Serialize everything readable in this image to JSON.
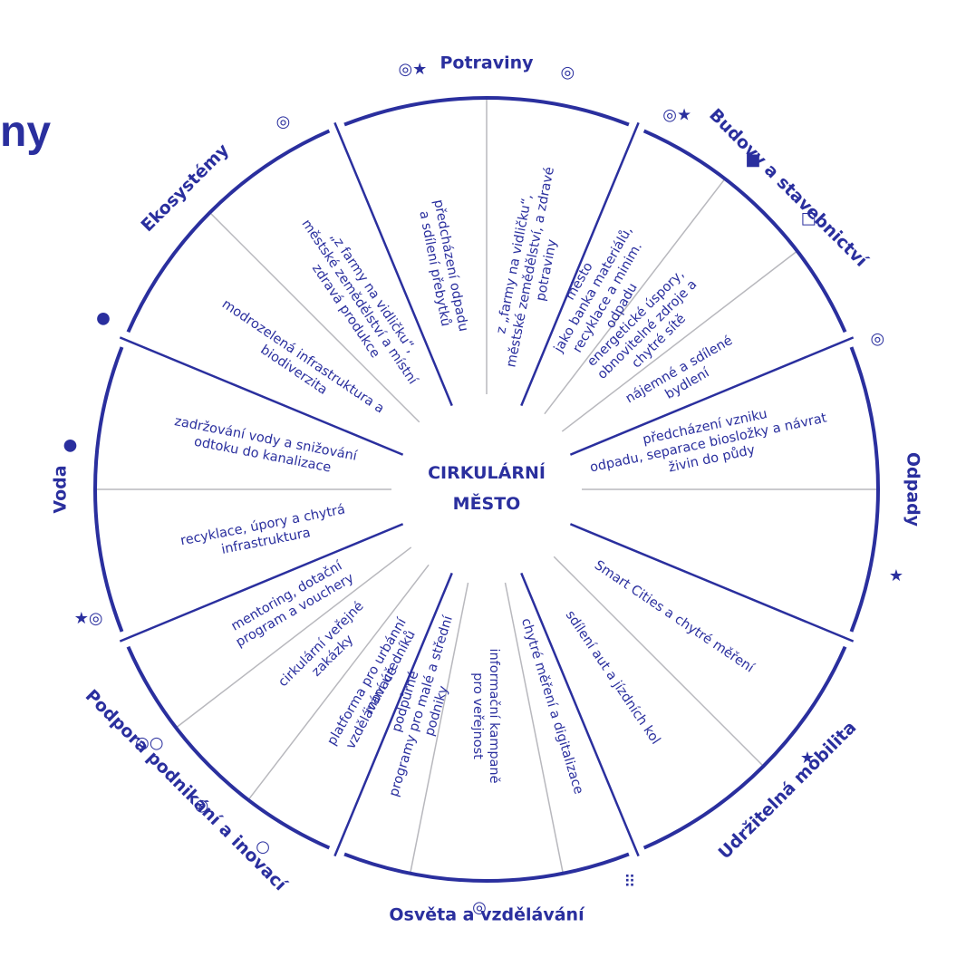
{
  "edge_title": "ny",
  "center": {
    "line1": "CIRKULÁRNÍ",
    "line2": "MĚSTO"
  },
  "colors": {
    "ink": "#2a2f9e",
    "divider": "#b8b8bd",
    "background": "#ffffff"
  },
  "segments": [
    {
      "name": "potraviny",
      "label": "Potraviny",
      "lines": [
        "předcházení odpadu",
        "a sdílení přebytků"
      ]
    },
    {
      "name": "potraviny-2",
      "label": "",
      "lines": [
        "z „farmy na vidličku“,",
        "městské zemědělství, a zdravé",
        "potraviny"
      ]
    },
    {
      "name": "budovy-1",
      "label": "Budovy a stavebnictví",
      "lines": [
        "město",
        "jako banka materiálů,",
        "recyklace a minim.",
        "odpadu"
      ]
    },
    {
      "name": "budovy-2",
      "label": "",
      "lines": [
        "energetické úspory,",
        "obnovitelné zdroje a",
        "chytré sítě"
      ]
    },
    {
      "name": "budovy-3",
      "label": "",
      "lines": [
        "nájemné a sdílené",
        "bydlení"
      ]
    },
    {
      "name": "odpady",
      "label": "Odpady",
      "lines": [
        "předcházení vzniku",
        "odpadu, separace biosložky a návrat",
        "živin do půdy"
      ]
    },
    {
      "name": "mobilita-1",
      "label": "Udržitelná mobilita",
      "lines": [
        "Smart Cities a chytré měření"
      ]
    },
    {
      "name": "mobilita-2",
      "label": "",
      "lines": [
        "sdílení aut a jízdních kol"
      ]
    },
    {
      "name": "osveta-1",
      "label": "Osvěta a vzdělávání",
      "lines": [
        "chytré měření a digitalizace"
      ]
    },
    {
      "name": "osveta-2",
      "label": "",
      "lines": [
        "informační kampaně",
        "pro veřejnost"
      ]
    },
    {
      "name": "osveta-3",
      "label": "",
      "lines": [
        "podpůrné",
        "programy pro malé a střední",
        "podniky"
      ]
    },
    {
      "name": "osveta-4",
      "label": "",
      "lines": [
        "vzdělávání úředníků"
      ]
    },
    {
      "name": "podpora-1",
      "label": "Podpora podnikání a inovací",
      "lines": [
        "platforma pro urbánní",
        "inovace"
      ]
    },
    {
      "name": "podpora-2",
      "label": "",
      "lines": [
        "cirkulární veřejné",
        "zakázky"
      ]
    },
    {
      "name": "podpora-3",
      "label": "",
      "lines": [
        "mentoring, dotační",
        "program a vouchery"
      ]
    },
    {
      "name": "voda-1",
      "label": "Voda",
      "lines": [
        "recyklace, úpory a chytrá",
        "infrastruktura"
      ]
    },
    {
      "name": "voda-2",
      "label": "",
      "lines": [
        "zadržování vody a snižování",
        "odtoku do kanalizace"
      ]
    },
    {
      "name": "ekosystemy-1",
      "label": "Ekosystémy",
      "lines": [
        "modrozelená infrastruktura a",
        "biodiverzita"
      ]
    },
    {
      "name": "ekosystemy-2",
      "label": "",
      "lines": [
        "„z farmy na vidličku“,",
        "městské zemědělství a místní",
        "zdravá produkce"
      ]
    }
  ],
  "sector_labels": [
    "Potraviny",
    "Budovy a stavebnictví",
    "Odpady",
    "Udržitelná mobilita",
    "Osvěta a vzdělávání",
    "Podpora podnikání a inovací",
    "Voda",
    "Ekosystémy"
  ],
  "icons": [
    {
      "name": "target-star-icon",
      "glyph": "◎★"
    },
    {
      "name": "target-icon",
      "glyph": "◎"
    },
    {
      "name": "target-star-icon",
      "glyph": "◎★"
    },
    {
      "name": "filled-square-icon",
      "glyph": "■"
    },
    {
      "name": "open-square-icon",
      "glyph": "□"
    },
    {
      "name": "target-icon",
      "glyph": "◎"
    },
    {
      "name": "star-icon",
      "glyph": "★"
    },
    {
      "name": "star-icon",
      "glyph": "★"
    },
    {
      "name": "grid-icon",
      "glyph": "⠿"
    },
    {
      "name": "target-icon",
      "glyph": "◎"
    },
    {
      "name": "open-circle-icon",
      "glyph": "○"
    },
    {
      "name": "target-icon",
      "glyph": "◎"
    },
    {
      "name": "target-circle-icon",
      "glyph": "◎○"
    },
    {
      "name": "star-target-icon",
      "glyph": "★◎"
    },
    {
      "name": "drop-icon",
      "glyph": "●"
    },
    {
      "name": "drop-icon",
      "glyph": "●"
    },
    {
      "name": "target-icon",
      "glyph": "◎"
    }
  ]
}
